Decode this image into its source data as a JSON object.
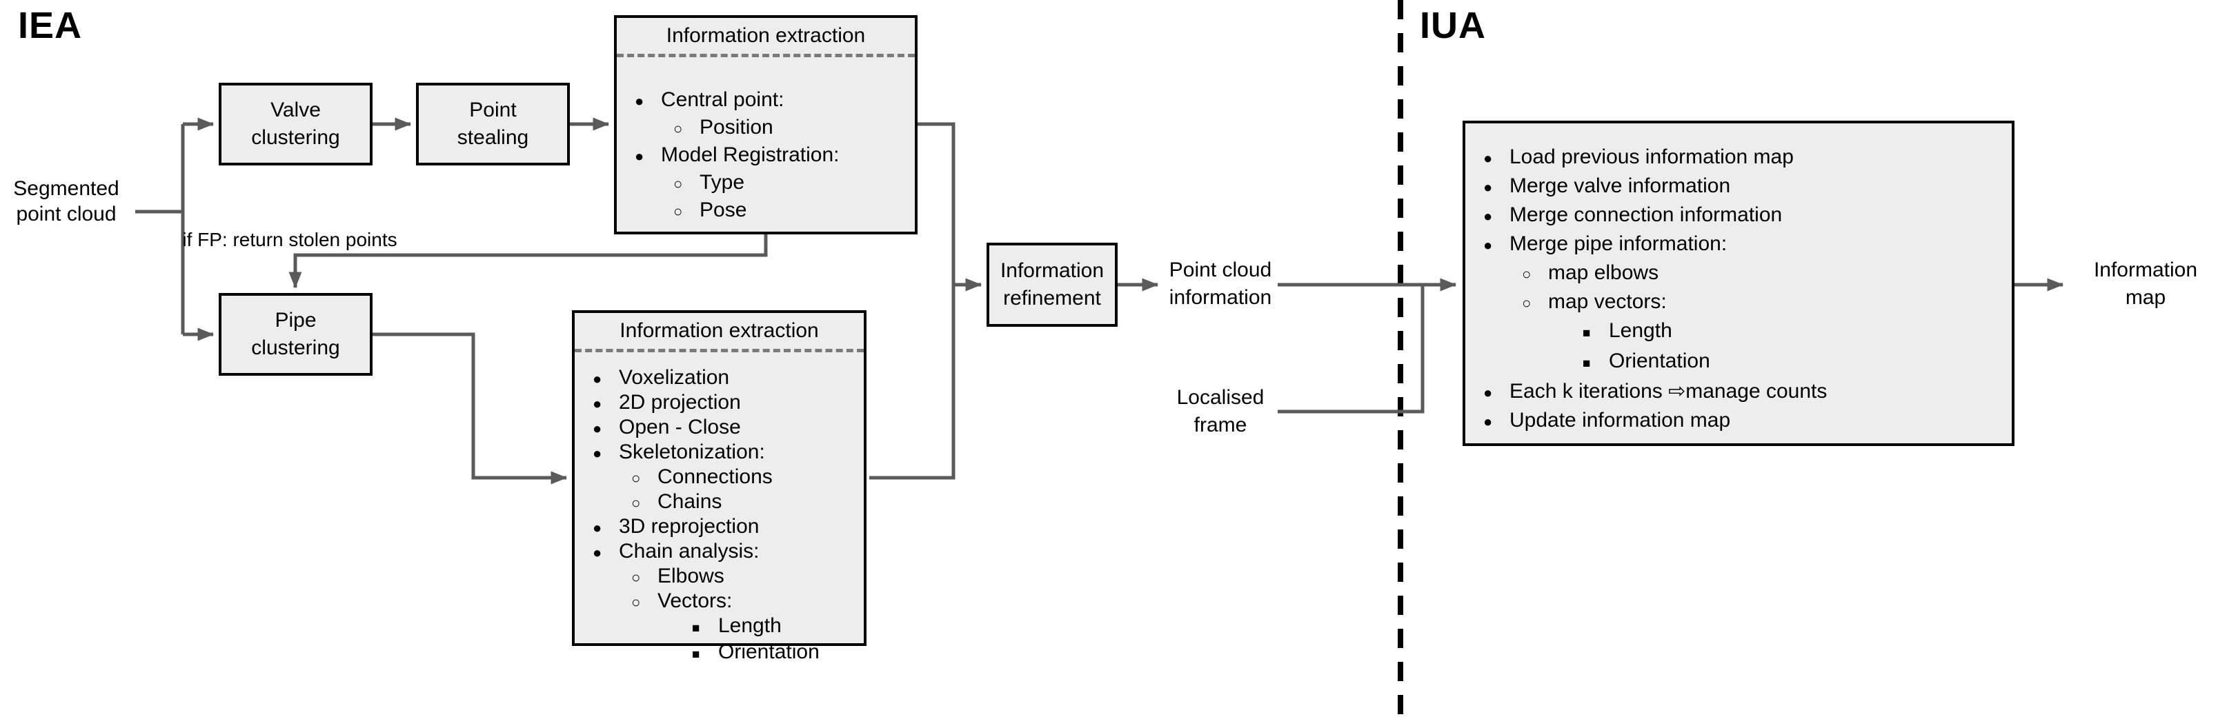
{
  "sections": {
    "left_label": "IEA",
    "right_label": "IUA"
  },
  "nodes": {
    "segmented_point_cloud": "Segmented\npoint cloud",
    "valve_clustering": "Valve\nclustering",
    "point_stealing": "Point\nstealing",
    "pipe_clustering": "Pipe\nclustering",
    "information_refinement": "Information\nrefinement",
    "point_cloud_information": "Point cloud\ninformation",
    "localised_frame": "Localised\nframe",
    "information_map": "Information\nmap"
  },
  "edges": {
    "feedback_label": "if FP: return stolen points"
  },
  "panels": {
    "valve_extraction": {
      "title": "Information extraction",
      "items": [
        {
          "level": 1,
          "text": "Central point:"
        },
        {
          "level": 2,
          "text": "Position"
        },
        {
          "level": 1,
          "text": "Model Registration:"
        },
        {
          "level": 2,
          "text": "Type"
        },
        {
          "level": 2,
          "text": "Pose"
        }
      ]
    },
    "pipe_extraction": {
      "title": "Information extraction",
      "items": [
        {
          "level": 1,
          "text": "Voxelization"
        },
        {
          "level": 1,
          "text": "2D projection"
        },
        {
          "level": 1,
          "text": "Open - Close"
        },
        {
          "level": 1,
          "text": "Skeletonization:"
        },
        {
          "level": 2,
          "text": "Connections"
        },
        {
          "level": 2,
          "text": "Chains"
        },
        {
          "level": 1,
          "text": "3D reprojection"
        },
        {
          "level": 1,
          "text": "Chain analysis:"
        },
        {
          "level": 2,
          "text": "Elbows"
        },
        {
          "level": 2,
          "text": "Vectors:"
        },
        {
          "level": 3,
          "text": "Length"
        },
        {
          "level": 3,
          "text": "Orientation"
        }
      ]
    },
    "iua_process": {
      "items": [
        {
          "level": 1,
          "text": "Load previous information map"
        },
        {
          "level": 1,
          "text": "Merge valve information"
        },
        {
          "level": 1,
          "text": "Merge connection information"
        },
        {
          "level": 1,
          "text": "Merge pipe information:"
        },
        {
          "level": 2,
          "text": "map elbows"
        },
        {
          "level": 2,
          "text": "map vectors:"
        },
        {
          "level": 3,
          "text": "Length"
        },
        {
          "level": 3,
          "text": "Orientation"
        },
        {
          "level": 1,
          "text": "Each k iterations ⇨manage counts"
        },
        {
          "level": 1,
          "text": "Update information map"
        }
      ]
    }
  },
  "colors": {
    "box_fill": "#ededed",
    "box_border": "#000000",
    "connector": "#5a5a5a",
    "inner_separator": "#7a7a7a",
    "section_divider": "#000000"
  }
}
